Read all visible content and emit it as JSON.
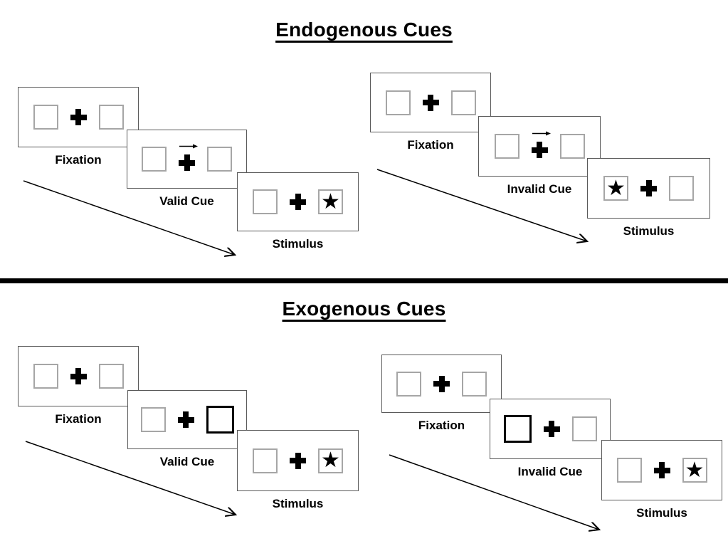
{
  "colors": {
    "ink": "#000000",
    "square_border": "#a6a6a6",
    "panel_border": "#595959"
  },
  "icons": {
    "star_glyph": "★",
    "cue_arrow_icon": "right-arrow",
    "center_icon": "fixation-cross"
  },
  "sections": [
    {
      "title": "Endogenous Cues",
      "sequences": [
        {
          "name": "valid",
          "frames": [
            {
              "label": "Fixation",
              "left": "empty",
              "right": "empty",
              "cue_arrow": false
            },
            {
              "label": "Valid Cue",
              "left": "empty",
              "right": "empty",
              "cue_arrow": true
            },
            {
              "label": "Stimulus",
              "left": "empty",
              "right": "star",
              "cue_arrow": false
            }
          ]
        },
        {
          "name": "invalid",
          "frames": [
            {
              "label": "Fixation",
              "left": "empty",
              "right": "empty",
              "cue_arrow": false
            },
            {
              "label": "Invalid Cue",
              "left": "empty",
              "right": "empty",
              "cue_arrow": true
            },
            {
              "label": "Stimulus",
              "left": "star",
              "right": "empty",
              "cue_arrow": false
            }
          ]
        }
      ]
    },
    {
      "title": "Exogenous Cues",
      "sequences": [
        {
          "name": "valid",
          "frames": [
            {
              "label": "Fixation",
              "left": "empty",
              "right": "empty",
              "cue_arrow": false
            },
            {
              "label": "Valid Cue",
              "left": "empty",
              "right": "bold",
              "cue_arrow": false
            },
            {
              "label": "Stimulus",
              "left": "empty",
              "right": "star",
              "cue_arrow": false
            }
          ]
        },
        {
          "name": "invalid",
          "frames": [
            {
              "label": "Fixation",
              "left": "empty",
              "right": "empty",
              "cue_arrow": false
            },
            {
              "label": "Invalid Cue",
              "left": "bold",
              "right": "empty",
              "cue_arrow": false
            },
            {
              "label": "Stimulus",
              "left": "empty",
              "right": "star",
              "cue_arrow": false
            }
          ]
        }
      ]
    }
  ]
}
